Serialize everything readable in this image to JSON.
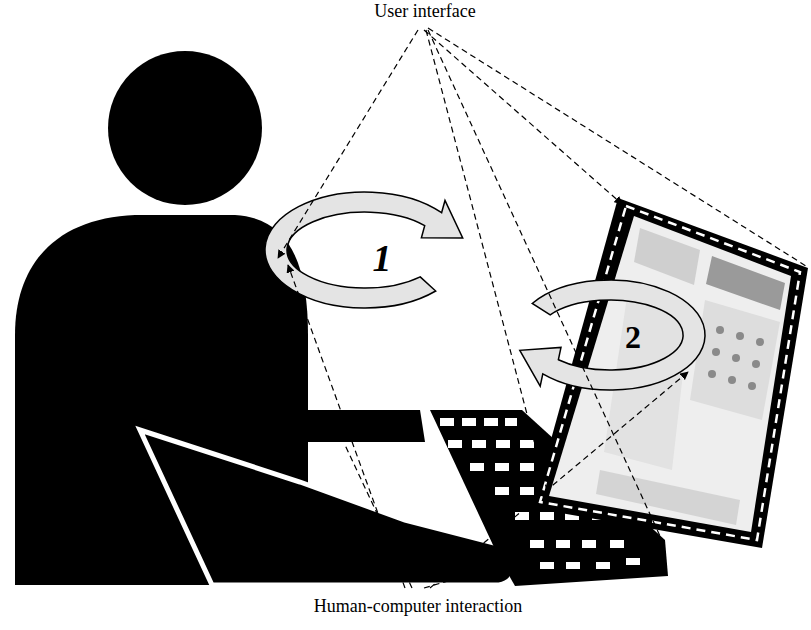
{
  "diagram": {
    "labels": [
      "User interface",
      "1",
      "2",
      "Human-computer interaction"
    ]
  }
}
